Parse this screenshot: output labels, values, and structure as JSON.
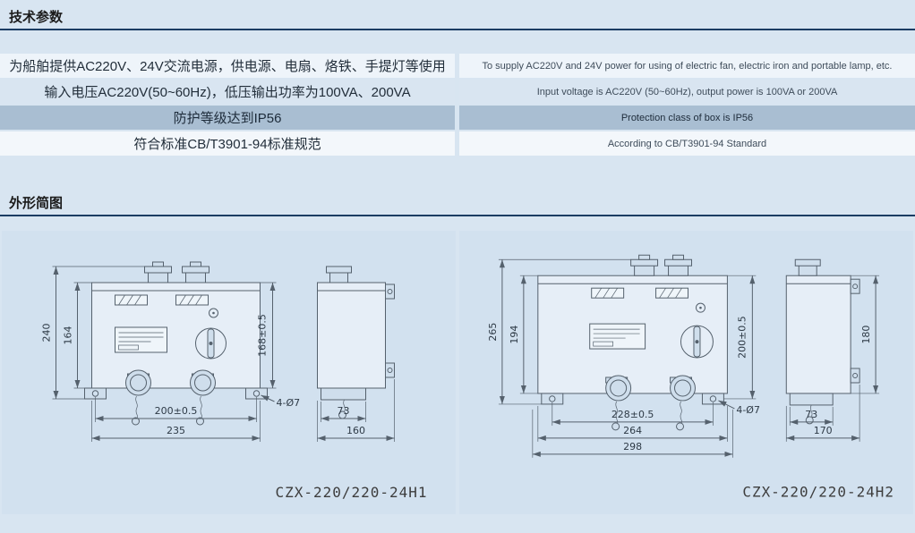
{
  "accent_color": "#1b3c63",
  "page_bg": "#d8e5f1",
  "tech_params": {
    "title": "技术参数",
    "rows": [
      {
        "zh": "为船舶提供AC220V、24V交流电源，供电源、电扇、烙铁、手提灯等使用",
        "en": "To supply AC220V and 24V power for using of electric fan, electric iron and portable lamp, etc."
      },
      {
        "zh": "输入电压AC220V(50~60Hz)，低压输出功率为100VA、200VA",
        "en": "Input voltage is AC220V (50~60Hz), output power is 100VA or 200VA"
      },
      {
        "zh": "防护等级达到IP56",
        "en": "Protection class of box is IP56"
      },
      {
        "zh": "符合标准CB/T3901-94标准规范",
        "en": "According to CB/T3901-94 Standard"
      }
    ]
  },
  "outline": {
    "title": "外形简图",
    "left": {
      "model": "CZX-220/220-24H1",
      "dims": {
        "total_height": "240",
        "body_height": "164",
        "right_height": "168±0.5",
        "holes": "4-Ø7",
        "hole_span": "200±0.5",
        "total_width": "235",
        "side_depth": "73",
        "side_width": "160"
      }
    },
    "right": {
      "model": "CZX-220/220-24H2",
      "dims": {
        "total_height": "265",
        "body_height": "194",
        "right_height": "200±0.5",
        "side_height": "180",
        "holes": "4-Ø7",
        "hole_span": "228±0.5",
        "body_width": "264",
        "total_width": "298",
        "side_depth": "73",
        "side_width": "170"
      }
    }
  }
}
